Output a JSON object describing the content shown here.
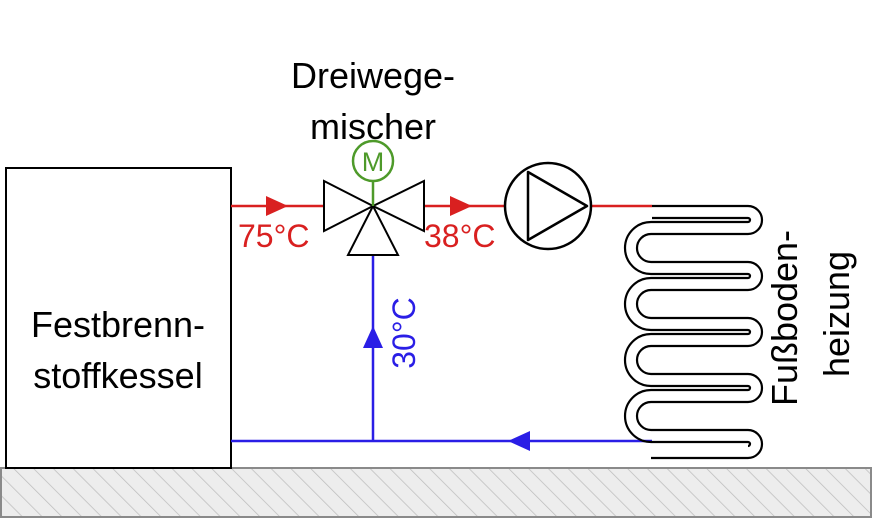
{
  "labels": {
    "mixer_line1": "Dreiwege-",
    "mixer_line2": "mischer",
    "motor": "M",
    "boiler_line1": "Festbrenn-",
    "boiler_line2": "stoffkessel",
    "floor_line1": "Fußboden-",
    "floor_line2": "heizung",
    "temp_supply": "75°C",
    "temp_mixed": "38°C",
    "temp_return": "30°C"
  },
  "colors": {
    "supply_pipe": "#d92020",
    "return_pipe": "#2a1ee6",
    "motor": "#4e9a2a",
    "outline": "#000000",
    "ground_fill": "#ededed",
    "ground_stroke": "#8a8a8a"
  }
}
